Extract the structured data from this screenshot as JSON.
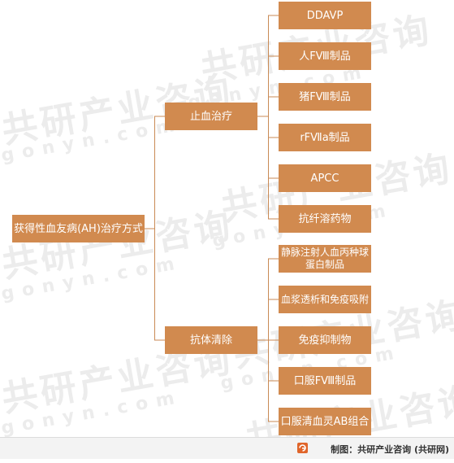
{
  "watermark": {
    "cn": "共研产业咨询",
    "en": "gonyn.com"
  },
  "root": {
    "label": "获得性血友病(AH)治疗方式"
  },
  "branches": [
    {
      "label": "止血治疗",
      "children": [
        "DDAVP",
        "人FⅧ制品",
        "猪FⅧ制品",
        "rFⅦa制品",
        "APCC",
        "抗纤溶药物"
      ]
    },
    {
      "label": "抗体清除",
      "children": [
        "静脉注射人血丙种球蛋白制品",
        "血浆透析和免疫吸附",
        "免疫抑制物",
        "口服FⅧ制品",
        "口服清血灵AB组合"
      ]
    }
  ],
  "footer": {
    "text": "制图：共研产业咨询 (共研网)"
  },
  "colors": {
    "node": "#d18a4f",
    "line": "#c98a55"
  }
}
